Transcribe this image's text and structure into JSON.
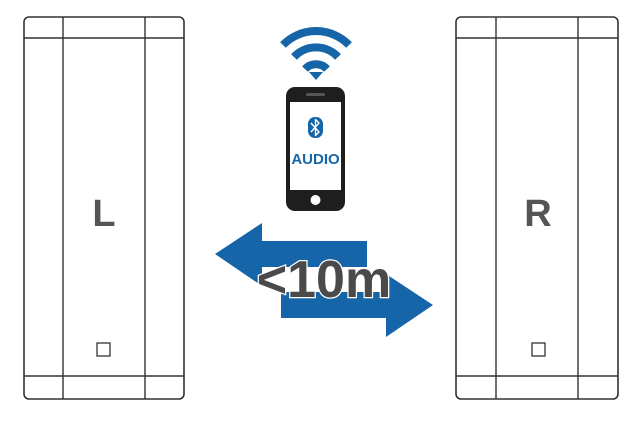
{
  "speakers": {
    "left": {
      "label": "L"
    },
    "right": {
      "label": "R"
    }
  },
  "phone": {
    "screen_text": "AUDIO",
    "icons": [
      "wifi-signal-icon",
      "bluetooth-icon"
    ]
  },
  "range": {
    "text": "<10m"
  },
  "colors": {
    "accent": "#1565a8",
    "outline": "#333333",
    "label": "#555555",
    "phone_body": "#1e1e1e"
  }
}
